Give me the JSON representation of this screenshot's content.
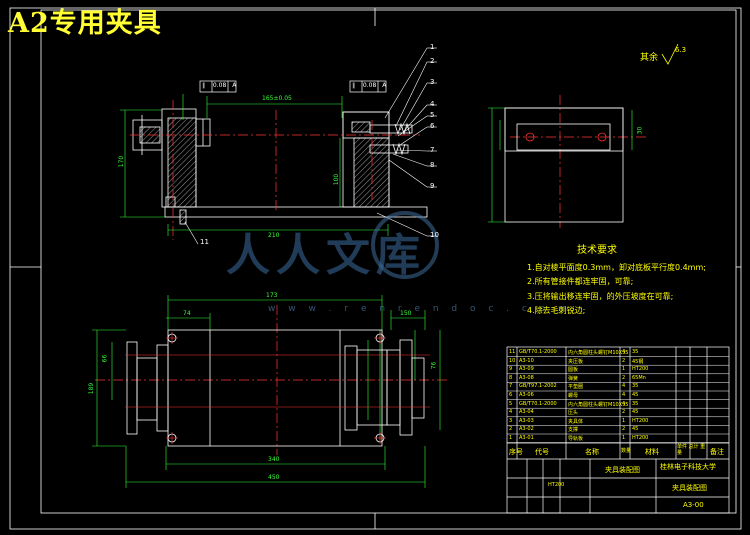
{
  "sheet": {
    "title": "A2专用夹具",
    "roughness_label": "其余",
    "roughness_value": "6.3"
  },
  "watermark": {
    "brand": "人人文库",
    "url": "w w w . r e n r e n d o c . c o m"
  },
  "callouts": [
    "1",
    "2",
    "3",
    "4",
    "5",
    "6",
    "7",
    "8",
    "9",
    "10",
    "11"
  ],
  "dimensions": {
    "front_width": "210",
    "front_height": "170",
    "front_top": "165±0.05",
    "front_right_h": "100",
    "plan_upper": "173",
    "plan_left": "74",
    "plan_inner": "340",
    "plan_total": "450",
    "plan_height": "189",
    "plan_right": "150",
    "plan_w2": "76",
    "side_h1": "66",
    "side_h2": "30"
  },
  "tolerance": {
    "sym": "∥",
    "val": "0.08",
    "ref": "A"
  },
  "tech_requirements": {
    "heading": "技术要求",
    "items": [
      "1.自对棱平面度0.3mm，卸对底板平行度0.4mm;",
      "2.所有管接件都连牢固，可靠;",
      "3.压将输出移连牢固，的外压坡度在可靠;",
      "4.除去毛刺锐边;"
    ]
  },
  "bom": {
    "rows": [
      {
        "no": "11",
        "code": "GB/T70.1-2000",
        "name": "内六角圆柱头螺钉M10X35",
        "qty": "4",
        "mat": "35"
      },
      {
        "no": "10",
        "code": "A3-10",
        "name": "夹压板",
        "qty": "2",
        "mat": "45钢"
      },
      {
        "no": "9",
        "code": "A3-09",
        "name": "圆板",
        "qty": "1",
        "mat": "HT200"
      },
      {
        "no": "8",
        "code": "A3-08",
        "name": "弹簧",
        "qty": "2",
        "mat": "65Mn"
      },
      {
        "no": "7",
        "code": "GB/T97.1-2002",
        "name": "平垫圈",
        "qty": "4",
        "mat": "35"
      },
      {
        "no": "6",
        "code": "A3-06",
        "name": "螺母",
        "qty": "4",
        "mat": "45"
      },
      {
        "no": "5",
        "code": "GB/T70.1-2000",
        "name": "内六角圆柱头螺钉M10X35",
        "qty": "4",
        "mat": "35"
      },
      {
        "no": "4",
        "code": "A3-04",
        "name": "压头",
        "qty": "2",
        "mat": "45"
      },
      {
        "no": "3",
        "code": "A3-03",
        "name": "夹具体",
        "qty": "1",
        "mat": "HT200"
      },
      {
        "no": "2",
        "code": "A3-02",
        "name": "支撑",
        "qty": "2",
        "mat": "45"
      },
      {
        "no": "1",
        "code": "A3-01",
        "name": "导轨板",
        "qty": "1",
        "mat": "HT200"
      }
    ],
    "header": {
      "no": "序号",
      "code": "代号",
      "name": "名称",
      "qty": "数量",
      "mat": "材料",
      "weight": "单件 总计 重量",
      "remark": "备注"
    },
    "drawing_name": "夹具装配图",
    "school": "桂林电子科技大学",
    "sheet_name": "夹具装配图",
    "drawing_no": "A3-00",
    "material": "HT200"
  }
}
